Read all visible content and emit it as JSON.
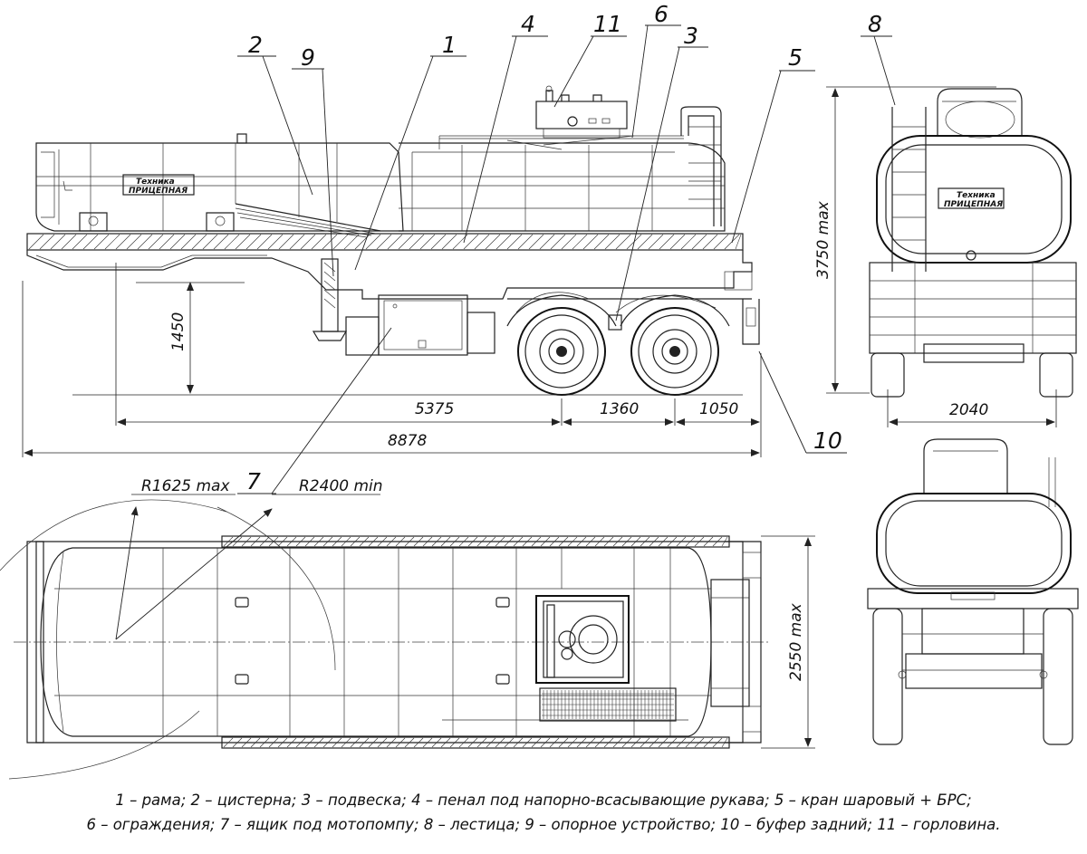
{
  "callouts": {
    "c1": "1",
    "c2": "2",
    "c3": "3",
    "c4": "4",
    "c5": "5",
    "c6": "6",
    "c7": "7",
    "c8": "8",
    "c9": "9",
    "c10": "10",
    "c11": "11"
  },
  "dimensions": {
    "height_coupling": "1450",
    "wheelbase_front": "5375",
    "axle_spacing": "1360",
    "rear_overhang": "1050",
    "overall_length": "8878",
    "overall_height": "3750 max",
    "track_width": "2040",
    "overall_width": "2550 max",
    "front_radius": "R1625 max",
    "turning_radius": "R2400 min"
  },
  "logo": {
    "line1": "Техника",
    "line2": "ПРИЦЕПНАЯ"
  },
  "legend": {
    "line1": "1 – рама; 2 – цистерна; 3 – подвеска; 4 – пенал под напорно-всасывающие рукава; 5 – кран шаровый + БРС;",
    "line2": "6 – ограждения; 7 – ящик под мотопомпу; 8 – лестица; 9 – опорное устройство; 10 – буфер задний; 11 – горловина."
  }
}
